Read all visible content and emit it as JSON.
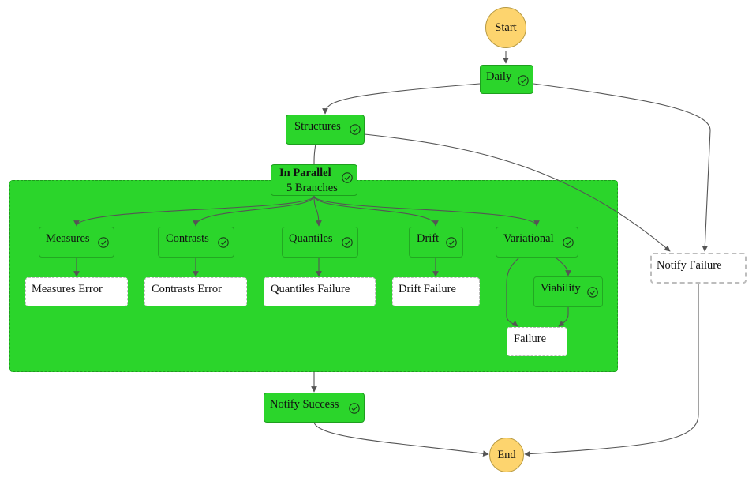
{
  "colors": {
    "task_fill": "#2bd52b",
    "terminal_fill": "#fdd46e",
    "failure_fill": "#ffffff",
    "edge": "#555555"
  },
  "nodes": {
    "start": {
      "label": "Start",
      "type": "terminal"
    },
    "daily": {
      "label": "Daily",
      "type": "task",
      "status": "succeeded"
    },
    "structures": {
      "label": "Structures",
      "type": "task",
      "status": "succeeded"
    },
    "in_parallel": {
      "title": "In Parallel",
      "subtitle": "5 Branches",
      "type": "parallel",
      "status": "succeeded"
    },
    "measures": {
      "label": "Measures",
      "type": "task",
      "status": "succeeded"
    },
    "contrasts": {
      "label": "Contrasts",
      "type": "task",
      "status": "succeeded"
    },
    "quantiles": {
      "label": "Quantiles",
      "type": "task",
      "status": "succeeded"
    },
    "drift": {
      "label": "Drift",
      "type": "task",
      "status": "succeeded"
    },
    "variational": {
      "label": "Variational",
      "type": "task",
      "status": "succeeded"
    },
    "viability": {
      "label": "Viability",
      "type": "task",
      "status": "succeeded"
    },
    "measures_error": {
      "label": "Measures Error",
      "type": "fail"
    },
    "contrasts_error": {
      "label": "Contrasts Error",
      "type": "fail"
    },
    "quantiles_failure": {
      "label": "Quantiles Failure",
      "type": "fail"
    },
    "drift_failure": {
      "label": "Drift Failure",
      "type": "fail"
    },
    "failure": {
      "label": "Failure",
      "type": "fail"
    },
    "notify_failure": {
      "label": "Notify Failure",
      "type": "fail"
    },
    "notify_success": {
      "label": "Notify Success",
      "type": "task",
      "status": "succeeded"
    },
    "end": {
      "label": "End",
      "type": "terminal"
    }
  },
  "edges": [
    {
      "from": "start",
      "to": "daily"
    },
    {
      "from": "daily",
      "to": "structures"
    },
    {
      "from": "daily",
      "to": "notify_failure"
    },
    {
      "from": "structures",
      "to": "in_parallel"
    },
    {
      "from": "structures",
      "to": "notify_failure"
    },
    {
      "from": "in_parallel",
      "to": "measures"
    },
    {
      "from": "in_parallel",
      "to": "contrasts"
    },
    {
      "from": "in_parallel",
      "to": "quantiles"
    },
    {
      "from": "in_parallel",
      "to": "drift"
    },
    {
      "from": "in_parallel",
      "to": "variational"
    },
    {
      "from": "measures",
      "to": "measures_error"
    },
    {
      "from": "contrasts",
      "to": "contrasts_error"
    },
    {
      "from": "quantiles",
      "to": "quantiles_failure"
    },
    {
      "from": "drift",
      "to": "drift_failure"
    },
    {
      "from": "variational",
      "to": "viability"
    },
    {
      "from": "variational",
      "to": "failure"
    },
    {
      "from": "viability",
      "to": "failure"
    },
    {
      "from": "in_parallel",
      "to": "notify_success"
    },
    {
      "from": "notify_success",
      "to": "end"
    },
    {
      "from": "notify_failure",
      "to": "end"
    }
  ]
}
